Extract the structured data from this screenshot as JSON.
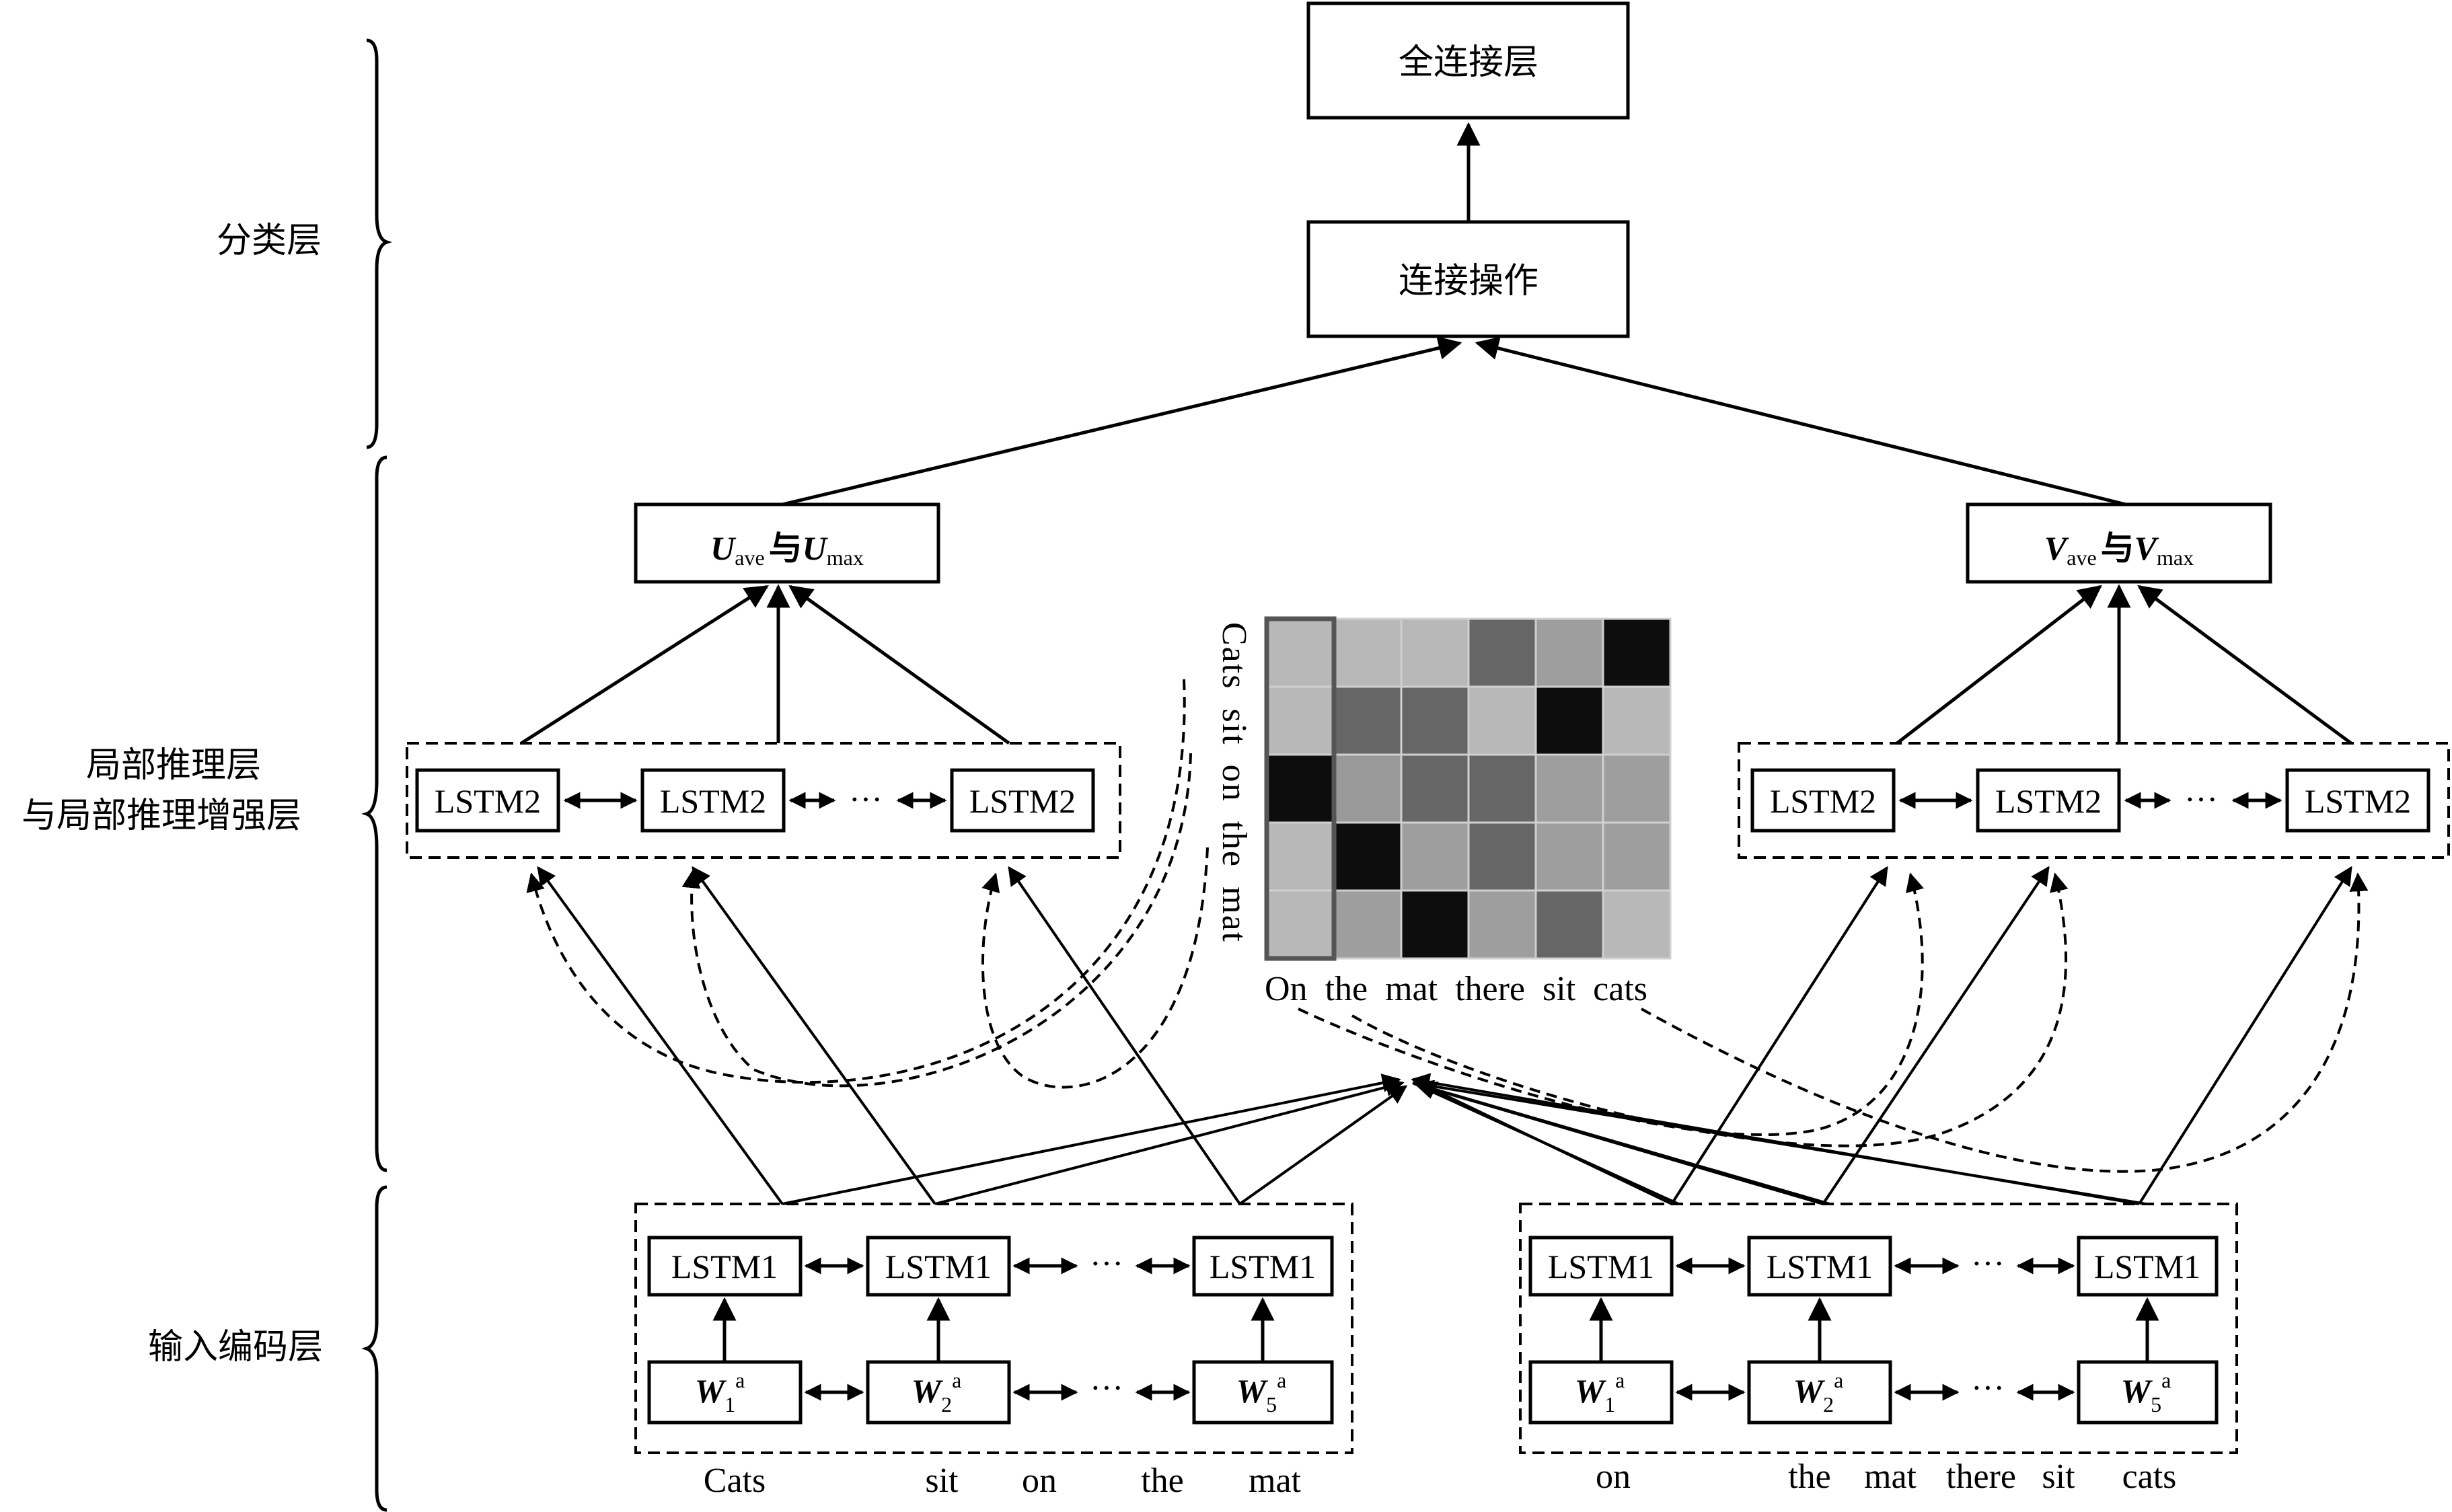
{
  "layers": {
    "classification": "分类层",
    "local_inference_line1": "局部推理层",
    "local_inference_line2": "与局部推理增强层",
    "input_encoding": "输入编码层"
  },
  "top": {
    "fully_connected": "全连接层",
    "concat": "连接操作"
  },
  "pool": {
    "left": {
      "sym": "U",
      "ave": "ave",
      "conj": "与",
      "max": "max"
    },
    "right": {
      "sym": "V",
      "ave": "ave",
      "conj": "与",
      "max": "max"
    }
  },
  "lstm2": "LSTM2",
  "lstm1": "LSTM1",
  "word_vec": {
    "sym": "W",
    "sup": "a",
    "subs": [
      "1",
      "2",
      "5"
    ]
  },
  "ellipsis": "···",
  "sentence_left": [
    "Cats",
    "sit",
    "on",
    "the",
    "mat"
  ],
  "sentence_right": [
    "on",
    "the",
    "mat",
    "there",
    "sit",
    "cats"
  ],
  "matrix": {
    "row_labels": [
      "Cats",
      "sit",
      "on",
      "the",
      "mat"
    ],
    "col_labels": [
      "On",
      "the",
      "mat",
      "there",
      "sit",
      "cats"
    ],
    "cells": [
      [
        0.72,
        0.72,
        0.72,
        0.4,
        0.62,
        0.05
      ],
      [
        0.72,
        0.4,
        0.4,
        0.72,
        0.05,
        0.72
      ],
      [
        0.05,
        0.6,
        0.4,
        0.4,
        0.62,
        0.62
      ],
      [
        0.72,
        0.05,
        0.62,
        0.4,
        0.62,
        0.62
      ],
      [
        0.72,
        0.62,
        0.05,
        0.62,
        0.4,
        0.72
      ]
    ]
  }
}
